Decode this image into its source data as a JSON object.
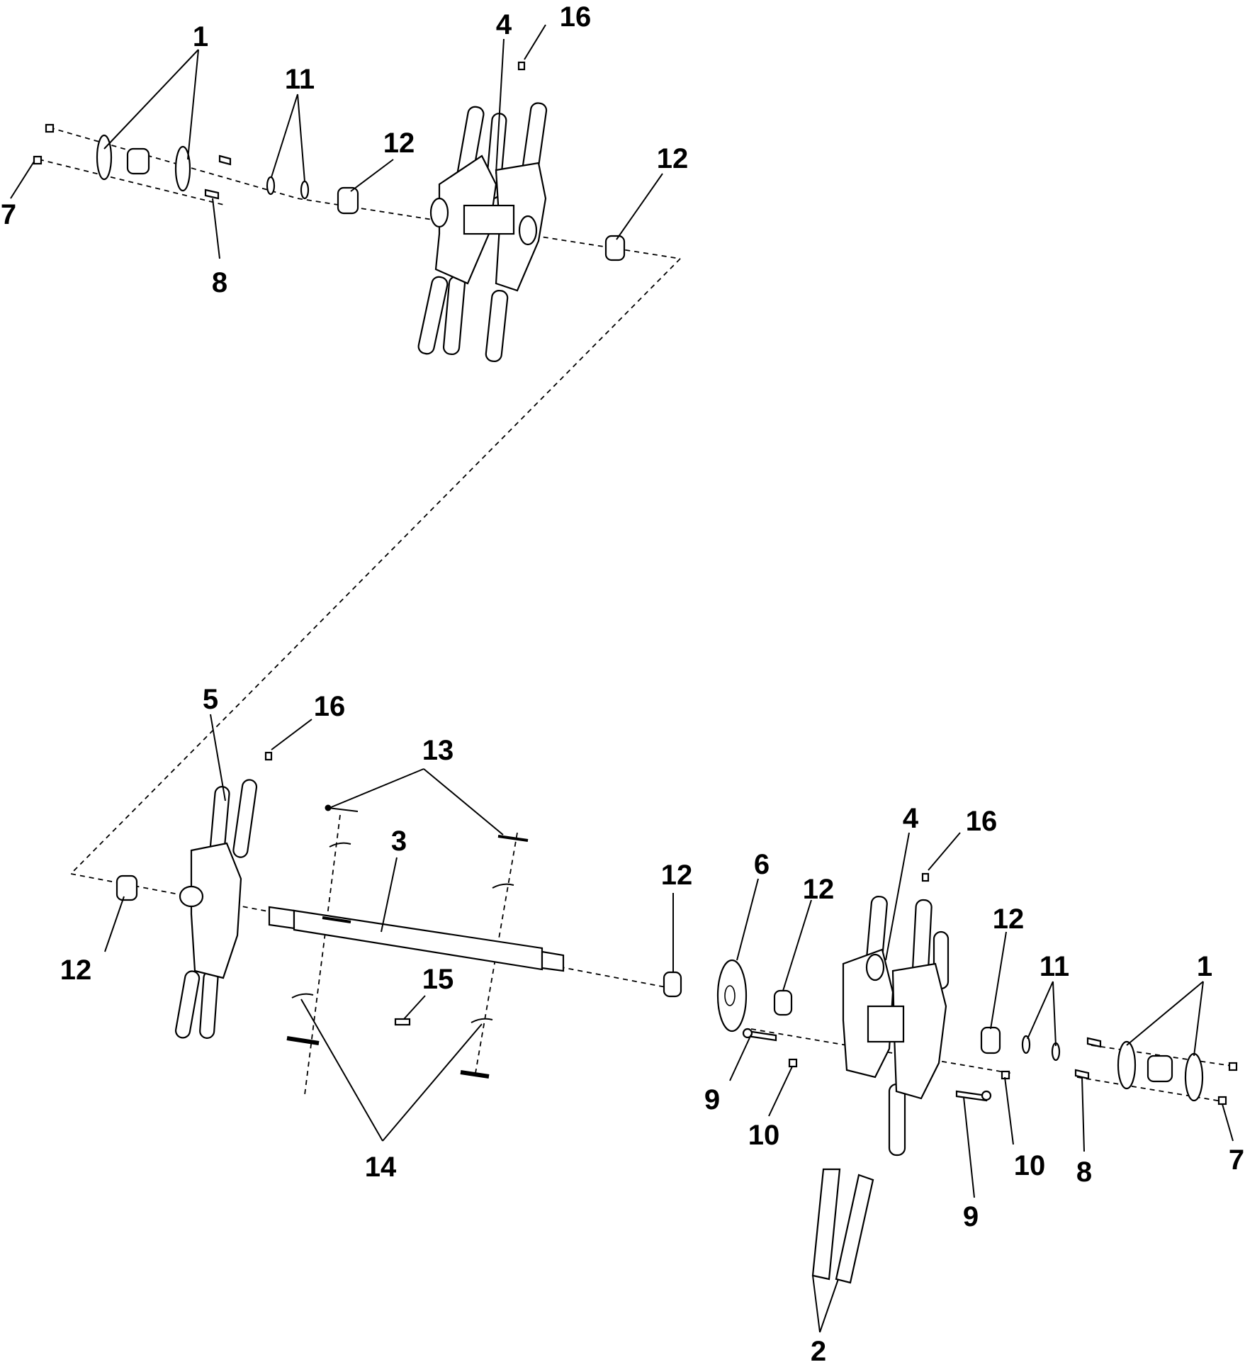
{
  "diagram": {
    "type": "exploded-parts-assembly",
    "callouts": [
      {
        "id": "c1-top",
        "label": "1"
      },
      {
        "id": "c11-top",
        "label": "11"
      },
      {
        "id": "c4-top",
        "label": "4"
      },
      {
        "id": "c16-top",
        "label": "16"
      },
      {
        "id": "c12-top-a",
        "label": "12"
      },
      {
        "id": "c12-top-b",
        "label": "12"
      },
      {
        "id": "c7-top",
        "label": "7"
      },
      {
        "id": "c8-top",
        "label": "8"
      },
      {
        "id": "c5",
        "label": "5"
      },
      {
        "id": "c16-mid",
        "label": "16"
      },
      {
        "id": "c13",
        "label": "13"
      },
      {
        "id": "c3",
        "label": "3"
      },
      {
        "id": "c12-left",
        "label": "12"
      },
      {
        "id": "c15",
        "label": "15"
      },
      {
        "id": "c14",
        "label": "14"
      },
      {
        "id": "c12-mid-a",
        "label": "12"
      },
      {
        "id": "c6",
        "label": "6"
      },
      {
        "id": "c12-mid-b",
        "label": "12"
      },
      {
        "id": "c4-right",
        "label": "4"
      },
      {
        "id": "c16-right",
        "label": "16"
      },
      {
        "id": "c12-right",
        "label": "12"
      },
      {
        "id": "c11-right",
        "label": "11"
      },
      {
        "id": "c1-right",
        "label": "1"
      },
      {
        "id": "c9-a",
        "label": "9"
      },
      {
        "id": "c10-a",
        "label": "10"
      },
      {
        "id": "c9-b",
        "label": "9"
      },
      {
        "id": "c10-b",
        "label": "10"
      },
      {
        "id": "c8-right",
        "label": "8"
      },
      {
        "id": "c7-right",
        "label": "7"
      },
      {
        "id": "c2",
        "label": "2"
      }
    ]
  }
}
